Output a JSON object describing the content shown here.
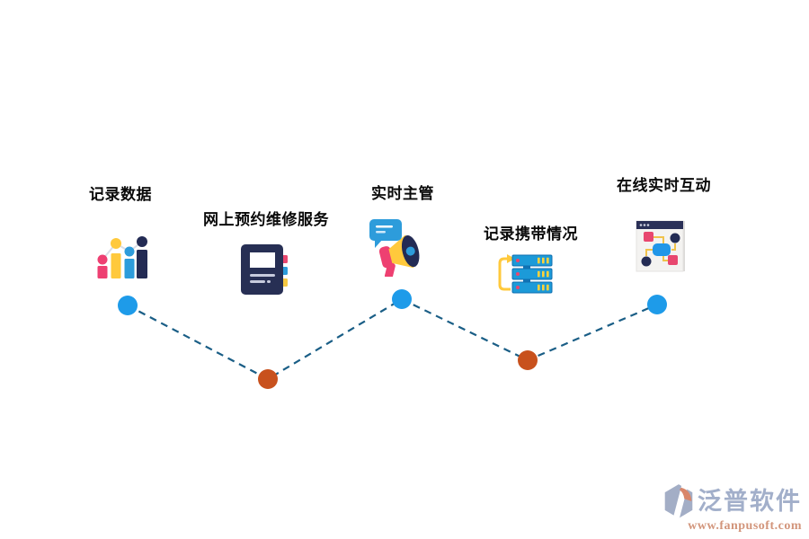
{
  "palette": {
    "navy": "#232B54",
    "pink": "#EE3F72",
    "yellow": "#FFC93C",
    "accent_blue": "#2D9CDB",
    "dot_blue": "#1E9BE9",
    "dot_orange": "#C8511D",
    "dash_line": "#1A5E86",
    "label_text": "#0a0a0a",
    "watermark_slate": "#98A7C5",
    "watermark_orange": "#CE8A6D",
    "server_blue": "#1C9AD8"
  },
  "milestones": [
    {
      "label": "记录数据",
      "icon": "bar-chart-icon",
      "dot_color": "#1E9BE9"
    },
    {
      "label": "网上预约维修服务",
      "icon": "notebook-icon",
      "dot_color": "#C8511D"
    },
    {
      "label": "实时主管",
      "icon": "megaphone-icon",
      "dot_color": "#1E9BE9"
    },
    {
      "label": "记录携带情况",
      "icon": "server-stack-icon",
      "dot_color": "#C8511D"
    },
    {
      "label": "在线实时互动",
      "icon": "flowchart-window-icon",
      "dot_color": "#1E9BE9"
    }
  ],
  "watermark": {
    "brand": "泛普软件",
    "url": "www.fanpusoft.com"
  }
}
